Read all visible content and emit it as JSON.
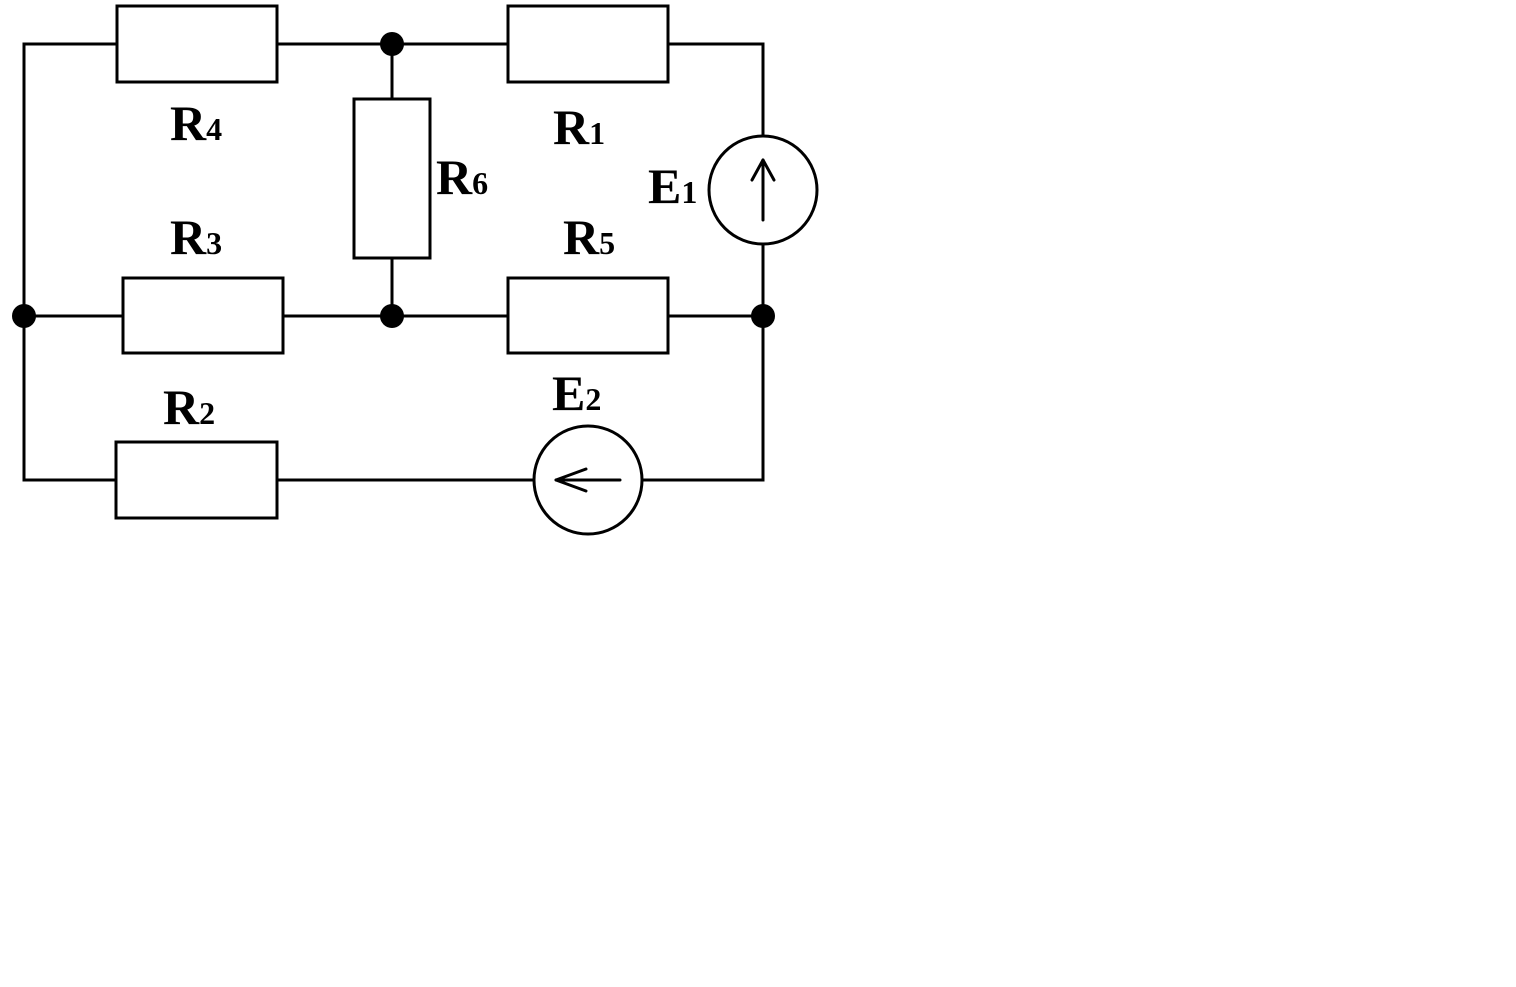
{
  "labels": {
    "r1": {
      "main": "R",
      "sub": "1"
    },
    "r2": {
      "main": "R",
      "sub": "2"
    },
    "r3": {
      "main": "R",
      "sub": "3"
    },
    "r4": {
      "main": "R",
      "sub": "4"
    },
    "r5": {
      "main": "R",
      "sub": "5"
    },
    "r6": {
      "main": "R",
      "sub": "6"
    },
    "e1": {
      "main": "E",
      "sub": "1"
    },
    "e2": {
      "main": "E",
      "sub": "2"
    }
  }
}
